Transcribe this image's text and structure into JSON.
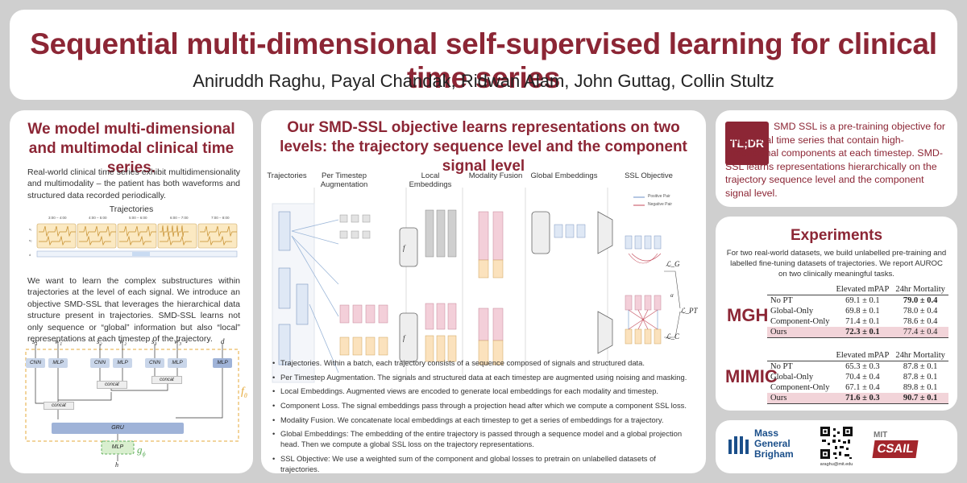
{
  "header": {
    "title": "Sequential multi-dimensional self-supervised learning for clinical time series",
    "authors": "Aniruddh Raghu, Payal Chandak, Ridwan Alam, John Guttag, Collin Stultz"
  },
  "left": {
    "title": "We model multi-dimensional and multimodal clinical time series.",
    "para1": "Real-world clinical time series exhibit multidimensionality and multimodality – the patient has both waveforms and structured data recorded periodically.",
    "traj_label": "Trajectories",
    "time_ticks": [
      "3:00 – 4:00",
      "4:00 – 5:00",
      "5:00 – 6:00",
      "6:00 – 7:00",
      "7:00 – 8:00"
    ],
    "para2": "We want to learn the complex substructures within trajectories at the level of each signal. We introduce an objective SMD-SSL that leverages the hierarchical data structure present in trajectories. SMD-SSL learns not only sequence or “global” information but also “local” representations at each timestep of the trajectory.",
    "arch": {
      "inputs": [
        "s₁",
        "w₁",
        "s₂",
        "w₂",
        "s₃",
        "w₃",
        "d"
      ],
      "cnn": "CNN",
      "mlp": "MLP",
      "concat": "concat",
      "gru": "GRU",
      "f_theta": "f",
      "f_sub": "θ",
      "g_phi": "g",
      "g_sub": "ϕ",
      "h": "h"
    }
  },
  "center": {
    "title": "Our SMD-SSL objective learns representations on two levels: the trajectory sequence level and the component signal level",
    "columns": [
      "Trajectories",
      "Per Timestep Augmentation",
      "Local Embeddings",
      "Modality Fusion",
      "Global Embeddings",
      "SSL Objective"
    ],
    "legend": [
      "Positive Pair",
      "Negative Pair"
    ],
    "loss_labels": [
      "ℒ_G",
      "ℒ_PT",
      "ℒ_C",
      "α"
    ],
    "bullets": [
      "Trajectories. Within a batch, each trajectory consists of a sequence composed of signals and structured data.",
      "Per Timestep Augmentation. The signals and structured data at each timestep are augmented using noising and masking.",
      "Local Embeddings. Augmented views are encoded to generate local embeddings for each modality and timestep.",
      "Component Loss. The signal embeddings pass through a projection head after which we compute a component SSL loss.",
      "Modality Fusion. We concatenate local embeddings at each timestep to get a series of embeddings for a trajectory.",
      "Global Embeddings: The embedding of the entire trajectory is passed through a sequence model and a global projection head. Then we compute a global SSL loss on the trajectory representations.",
      "SSL Objective: We use a weighted sum of the component and global losses to pretrain on unlabelled datasets of trajectories."
    ]
  },
  "tldr": {
    "badge": "TL;DR",
    "text": "SMD SSL is a pre-training objective for multimodal time series that contain high-dimensional components at each timestep. SMD-SSL learns representations hierarchically on the trajectory sequence level and the component signal level."
  },
  "experiments": {
    "title": "Experiments",
    "intro": "For two real-world datasets, we build unlabelled pre-training and labelled fine-tuning datasets of trajectories. We report AUROC on two clinically meaningful tasks.",
    "columns": [
      "Elevated mPAP",
      "24hr Mortality"
    ],
    "tables": [
      {
        "dataset": "MGH",
        "rows": [
          {
            "method": "No PT",
            "a": "69.1 ± 0.1",
            "b": "79.0 ± 0.4",
            "bold_a": false,
            "bold_b": true
          },
          {
            "method": "Global-Only",
            "a": "69.8 ± 0.1",
            "b": "78.0 ± 0.4",
            "bold_a": false,
            "bold_b": false
          },
          {
            "method": "Component-Only",
            "a": "71.4 ± 0.1",
            "b": "78.6 ± 0.4",
            "bold_a": false,
            "bold_b": false
          },
          {
            "method": "Ours",
            "a": "72.3 ± 0.1",
            "b": "77.4 ± 0.4",
            "bold_a": true,
            "bold_b": false
          }
        ]
      },
      {
        "dataset": "MIMIC",
        "rows": [
          {
            "method": "No PT",
            "a": "65.3 ± 0.3",
            "b": "87.8 ± 0.1",
            "bold_a": false,
            "bold_b": false
          },
          {
            "method": "Global-Only",
            "a": "70.4 ± 0.4",
            "b": "87.8 ± 0.1",
            "bold_a": false,
            "bold_b": false
          },
          {
            "method": "Component-Only",
            "a": "67.1 ± 0.4",
            "b": "89.8 ± 0.1",
            "bold_a": false,
            "bold_b": false
          },
          {
            "method": "Ours",
            "a": "71.6 ± 0.3",
            "b": "90.7 ± 0.1",
            "bold_a": true,
            "bold_b": true
          }
        ]
      }
    ]
  },
  "logos": {
    "mgb": [
      "Mass",
      "General",
      "Brigham"
    ],
    "email": "araghu@mit.edu",
    "mit": "MIT",
    "csail": "CSAIL"
  },
  "colors": {
    "maroon": "#8c2635",
    "csail_red": "#a3262c",
    "mgb_blue": "#1b4f8a",
    "ecg_fill": "#fbe9c2"
  }
}
